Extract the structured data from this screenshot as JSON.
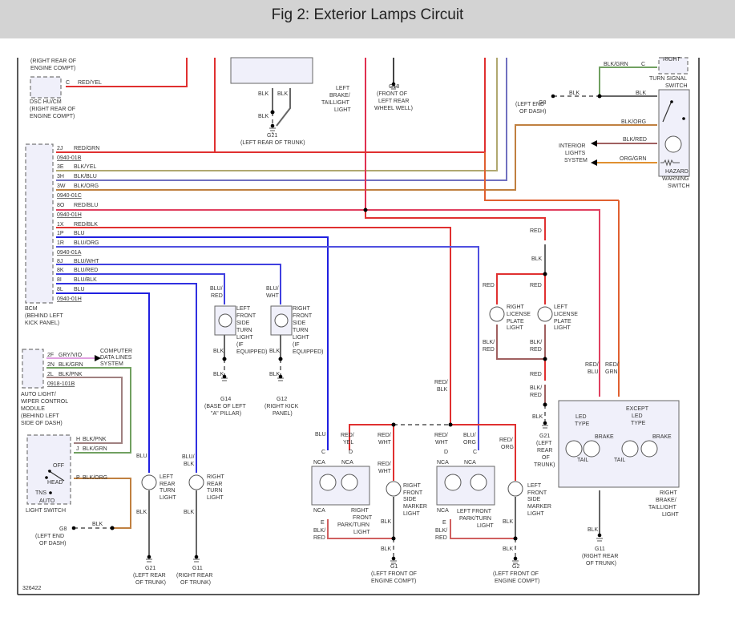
{
  "header": {
    "title": "Fig 2: Exterior Lamps Circuit"
  },
  "colors": {
    "red": "#e03030",
    "blue": "#3030e0",
    "black": "#555555",
    "orange": "#d08030",
    "green": "#70a060",
    "pink": "#d090d0",
    "yellow": "#c8c070",
    "brown": "#9a6060",
    "panel": "#f0f0fa",
    "header_bg": "#d3d3d3"
  },
  "figure_id": "326422",
  "top_left": {
    "loc1": [
      "(RIGHT REAR OF",
      "ENGINE COMPT)"
    ],
    "dsc": {
      "pin": "C",
      "wire": "RED/YEL",
      "label": [
        "DSC HU/CM",
        "(RIGHT REAR OF",
        "ENGINE COMPT)"
      ]
    }
  },
  "bcm": {
    "label": [
      "BCM",
      "(BEHIND LEFT",
      "KICK PANEL)"
    ],
    "pins": [
      {
        "pin": "2J",
        "wire": "RED/GRN"
      },
      {
        "connector": "0940-01B"
      },
      {
        "pin": "3E",
        "wire": "BLK/YEL"
      },
      {
        "pin": "3H",
        "wire": "BLK/BLU"
      },
      {
        "pin": "3W",
        "wire": "BLK/ORG"
      },
      {
        "connector": "0940-01C"
      },
      {
        "pin": "8O",
        "wire": "RED/BLU"
      },
      {
        "connector": "0940-01H"
      },
      {
        "pin": "1X",
        "wire": "RED/BLK"
      },
      {
        "pin": "1P",
        "wire": "BLU"
      },
      {
        "pin": "1R",
        "wire": "BLU/ORG"
      },
      {
        "connector": "0940-01A"
      },
      {
        "pin": "8J",
        "wire": "BLU/WHT"
      },
      {
        "pin": "8K",
        "wire": "BLU/RED"
      },
      {
        "pin": "8I",
        "wire": "BLU/BLK"
      },
      {
        "pin": "8L",
        "wire": "BLU"
      },
      {
        "connector": "0940-01H"
      }
    ]
  },
  "auto_light": {
    "label": [
      "AUTO LIGHT/",
      "WIPER CONTROL",
      "MODULE",
      "(BEHIND LEFT",
      "SIDE OF DASH)"
    ],
    "pins": [
      {
        "pin": "2F",
        "wire": "GRY/VIO"
      },
      {
        "pin": "2N",
        "wire": "BLK/GRN"
      },
      {
        "pin": "2L",
        "wire": "BLK/PNK"
      },
      {
        "connector": "0918-101B"
      }
    ],
    "target": [
      "COMPUTER",
      "DATA LINES",
      "SYSTEM"
    ]
  },
  "light_switch": {
    "label": "LIGHT SWITCH",
    "positions": [
      "OFF",
      "HEAD",
      "TNS",
      "AUTO"
    ],
    "pins": [
      {
        "pin": "H",
        "wire": "BLK/PNK"
      },
      {
        "pin": "J",
        "wire": "BLK/GRN"
      },
      {
        "pin": "P",
        "wire": "BLK/ORG"
      }
    ],
    "ground": {
      "wire": "BLK",
      "id": "G8",
      "loc": [
        "(LEFT END",
        "OF DASH)"
      ]
    }
  },
  "left_brake_taillight": {
    "label": [
      "LEFT",
      "BRAKE/",
      "TAILLIGHT",
      "LIGHT"
    ],
    "wires": [
      "BLK",
      "BLK",
      "BLK"
    ],
    "ground": {
      "id": "G21",
      "loc": "(LEFT REAR OF TRUNK)"
    }
  },
  "g18": {
    "id": "G18",
    "loc": [
      "(FRONT OF",
      "LEFT REAR",
      "WHEEL WELL)"
    ]
  },
  "turn_signal_switch": {
    "label": [
      "TURN SIGNAL",
      "SWITCH"
    ],
    "pin": "C",
    "wire": "BLK/GRN",
    "right_label": "RIGHT"
  },
  "hazard_switch": {
    "label": [
      "HAZARD",
      "WARNING",
      "SWITCH"
    ],
    "wires": [
      "BLK",
      "BLK/ORG",
      "BLK/RED",
      "ORG/GRN"
    ],
    "ground": {
      "wire": "BLK",
      "id": "G8",
      "loc": [
        "(LEFT END",
        "OF DASH)"
      ]
    },
    "interior": [
      "INTERIOR",
      "LIGHTS",
      "SYSTEM"
    ]
  },
  "side_turn_lights": [
    {
      "wire": [
        "BLU/",
        "RED"
      ],
      "label": [
        "LEFT",
        "FRONT",
        "SIDE",
        "TURN",
        "LIGHT",
        "(IF",
        "EQUIPPED)"
      ],
      "gnd_wires": [
        "BLK",
        "BLK"
      ],
      "ground": {
        "id": "G14",
        "loc": [
          "(BASE OF LEFT",
          "\"A\" PILLAR)"
        ]
      }
    },
    {
      "wire": [
        "BLU/",
        "WHT"
      ],
      "label": [
        "RIGHT",
        "FRONT",
        "SIDE",
        "TURN",
        "LIGHT",
        "(IF",
        "EQUIPPED)"
      ],
      "gnd_wires": [
        "BLK",
        "BLK"
      ],
      "ground": {
        "id": "G12",
        "loc": [
          "(RIGHT KICK",
          "PANEL)"
        ]
      }
    }
  ],
  "rear_turn_lights": [
    {
      "wire": "BLU",
      "label": [
        "LEFT",
        "REAR",
        "TURN",
        "LIGHT"
      ],
      "gnd_wire": "BLK",
      "ground": {
        "id": "G21",
        "loc": [
          "(LEFT REAR",
          "OF TRUNK)"
        ]
      }
    },
    {
      "wire": [
        "BLU/",
        "BLK"
      ],
      "label": [
        "RIGHT",
        "REAR",
        "TURN",
        "LIGHT"
      ],
      "gnd_wire": "BLK",
      "ground": {
        "id": "G11",
        "loc": [
          "(RIGHT REAR",
          "OF TRUNK)"
        ]
      }
    }
  ],
  "license_lights": {
    "feed": "RED",
    "mid": "BLK",
    "right": {
      "wire": "RED",
      "ret": [
        "BLK/",
        "RED"
      ],
      "label": [
        "RIGHT",
        "LICENSE",
        "PLATE",
        "LIGHT"
      ]
    },
    "left": {
      "wire": "RED",
      "ret": [
        "BLK/",
        "RED"
      ],
      "label": [
        "LEFT",
        "LICENSE",
        "PLATE",
        "LIGHT"
      ]
    },
    "out": [
      "RED",
      "BLK/",
      "RED",
      "BLK"
    ],
    "ground": {
      "id": "G21",
      "loc": [
        "(LEFT",
        "REAR",
        "OF",
        "TRUNK)"
      ]
    }
  },
  "front_park_turn": [
    {
      "label": [
        "RIGHT",
        "FRONT",
        "PARK/TURN",
        "LIGHT"
      ],
      "pinC": "C",
      "pinD": "D",
      "pinE": "E",
      "nca": "NCA",
      "wireC": "BLU",
      "wireD": [
        "RED/",
        "YEL"
      ],
      "wireE": [
        "BLK/",
        "RED"
      ]
    },
    {
      "label": [
        "LEFT FRONT",
        "PARK/TURN",
        "LIGHT"
      ],
      "pinC": "C",
      "pinD": "D",
      "pinE": "E",
      "nca": "NCA",
      "wireC": [
        "BLU/",
        "ORG"
      ],
      "wireD": [
        "RED/",
        "WHT"
      ],
      "wireE": [
        "BLK/",
        "RED"
      ]
    }
  ],
  "side_markers": [
    {
      "wire1": [
        "RED/",
        "WHT"
      ],
      "wire2": [
        "RED/",
        "WHT"
      ],
      "label": [
        "RIGHT",
        "FRONT",
        "SIDE",
        "MARKER",
        "LIGHT"
      ],
      "gnd": [
        "BLK",
        "BLK"
      ],
      "ground": {
        "id": "G1",
        "loc": [
          "(LEFT FRONT OF",
          "ENGINE COMPT)"
        ]
      }
    },
    {
      "wire1": [
        "RED/",
        "ORG"
      ],
      "label": [
        "LEFT",
        "FRONT",
        "SIDE",
        "MARKER",
        "LIGHT"
      ],
      "gnd": [
        "BLK",
        "BLK"
      ],
      "ground": {
        "id": "G2",
        "loc": [
          "(LEFT FRONT OF",
          "ENGINE COMPT)"
        ]
      }
    }
  ],
  "red_blk_label": [
    "RED/",
    "BLK"
  ],
  "right_brake_taillight": {
    "wires": [
      [
        "RED/",
        "BLU"
      ],
      [
        "RED/",
        "GRN"
      ]
    ],
    "led_type": [
      "LED",
      "TYPE"
    ],
    "except_led": [
      "EXCEPT",
      "LED",
      "TYPE"
    ],
    "labels": [
      "BRAKE",
      "TAIL",
      "TAIL",
      "BRAKE"
    ],
    "label": [
      "RIGHT",
      "BRAKE/",
      "TAILLIGHT",
      "LIGHT"
    ],
    "gnd_wire": "BLK",
    "ground": {
      "id": "G11",
      "loc": [
        "(RIGHT REAR",
        "OF TRUNK)"
      ]
    }
  }
}
